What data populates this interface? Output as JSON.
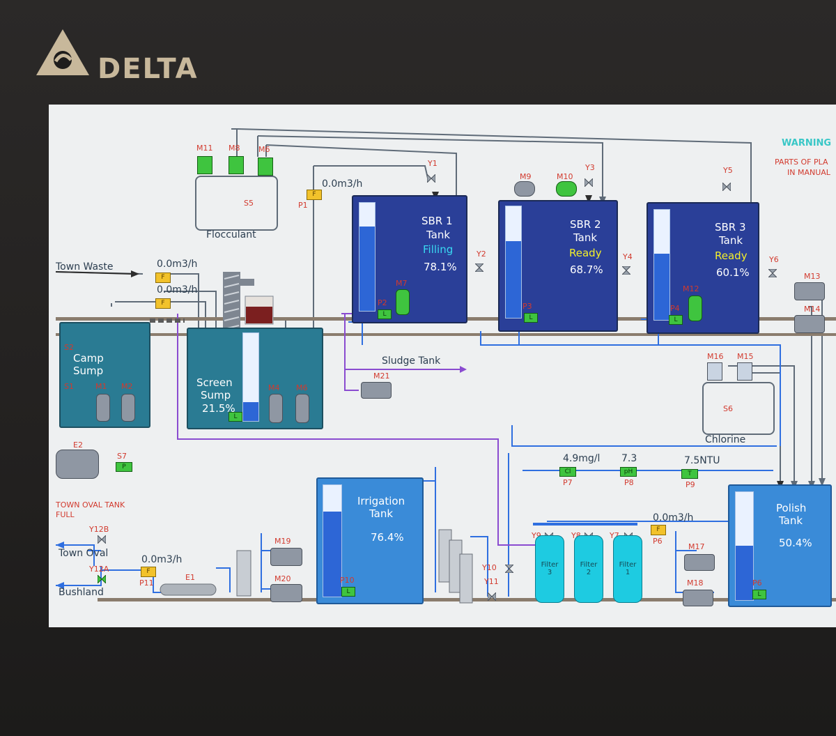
{
  "brand": {
    "name": "DELTA"
  },
  "warning": {
    "title": "WARNING",
    "lines": [
      "PARTS OF PLA",
      "IN MANUAL"
    ]
  },
  "alarm": {
    "lines": [
      "TOWN OVAL TANK",
      "FULL"
    ]
  },
  "flows": {
    "town_waste_label": "Town Waste",
    "town_waste_flow": "0.0m3/h",
    "camp_flow": "0.0m3/h",
    "p1_flow": "0.0m3/h",
    "p11_flow": "0.0m3/h",
    "p6_flow": "0.0m3/h",
    "sludge_label": "Sludge Tank",
    "town_oval_label": "Town Oval",
    "bushland_label": "Bushland"
  },
  "flocculant": {
    "label": "Flocculant",
    "motors": [
      "M11",
      "M8",
      "M6"
    ],
    "sensor": "S5"
  },
  "chlorine": {
    "label": "Chlorine",
    "motors": [
      "M16",
      "M15"
    ],
    "sensor": "S6"
  },
  "camp_sump": {
    "title": [
      "Camp",
      "Sump"
    ],
    "sensors": [
      "S2",
      "S1"
    ],
    "pumps": [
      "M1",
      "M2"
    ]
  },
  "screen_sump": {
    "title": [
      "Screen",
      "Sump"
    ],
    "level_text": "21.5%",
    "level": 0.215,
    "pumps": [
      "M4",
      "M6"
    ],
    "tag": "L"
  },
  "sbr_tanks": [
    {
      "title": [
        "SBR 1",
        "Tank"
      ],
      "status": "Filling",
      "status_color": "#39d9f2",
      "level_text": "78.1%",
      "level": 0.781,
      "valve_in": "Y1",
      "valve_out": "Y2",
      "pump": "M7",
      "pressure": "P2",
      "tag": "L"
    },
    {
      "title": [
        "SBR 2",
        "Tank"
      ],
      "status": "Ready",
      "status_color": "#f4ef2a",
      "level_text": "68.7%",
      "level": 0.687,
      "valve_in": "Y3",
      "valve_out": "Y4",
      "motors": [
        "M9",
        "M10"
      ],
      "pressure": "P3",
      "tag": "L"
    },
    {
      "title": [
        "SBR 3",
        "Tank"
      ],
      "status": "Ready",
      "status_color": "#f4ef2a",
      "level_text": "60.1%",
      "level": 0.601,
      "valve_in": "Y5",
      "valve_out": "Y6",
      "pump": "M12",
      "pressure": "P4",
      "tag": "L"
    }
  ],
  "blowers": [
    "M13",
    "M14"
  ],
  "sludge_pump": "M21",
  "irrigation_tank": {
    "title": [
      "Irrigation",
      "Tank"
    ],
    "level_text": "76.4%",
    "level": 0.764,
    "pressure": "P10",
    "tag": "L",
    "pumps": [
      "M19",
      "M20"
    ]
  },
  "polish_tank": {
    "title": [
      "Polish",
      "Tank"
    ],
    "level_text": "50.4%",
    "level": 0.504,
    "pressure": "P6",
    "tag": "L",
    "pumps": [
      "M17",
      "M18"
    ]
  },
  "filters": [
    {
      "name": "Filter",
      "num": "3",
      "valve": "Y9"
    },
    {
      "name": "Filter",
      "num": "2",
      "valve": "Y8"
    },
    {
      "name": "Filter",
      "num": "1",
      "valve": "Y7"
    }
  ],
  "analyzers": [
    {
      "value": "4.9mg/l",
      "tag": "Cl",
      "id": "P7"
    },
    {
      "value": "7.3",
      "tag": "pH",
      "id": "P8"
    },
    {
      "value": "7.5NTU",
      "tag": "T",
      "id": "P9"
    }
  ],
  "compressor": {
    "id": "E2",
    "sensor": "S7",
    "tag": "P"
  },
  "heat_exchanger": "E1",
  "valves": {
    "y10": "Y10",
    "y11": "Y11",
    "y12a": "Y12A",
    "y12b": "Y12B"
  },
  "ids": {
    "p1": "P1",
    "p11": "P11",
    "p6": "P6",
    "f": "F"
  },
  "colors": {
    "pipe_grey": "#5f6b78",
    "pipe_blue": "#2f6fe0",
    "pipe_purple": "#8a4bd0",
    "pipe_black": "#2d2d2d"
  }
}
